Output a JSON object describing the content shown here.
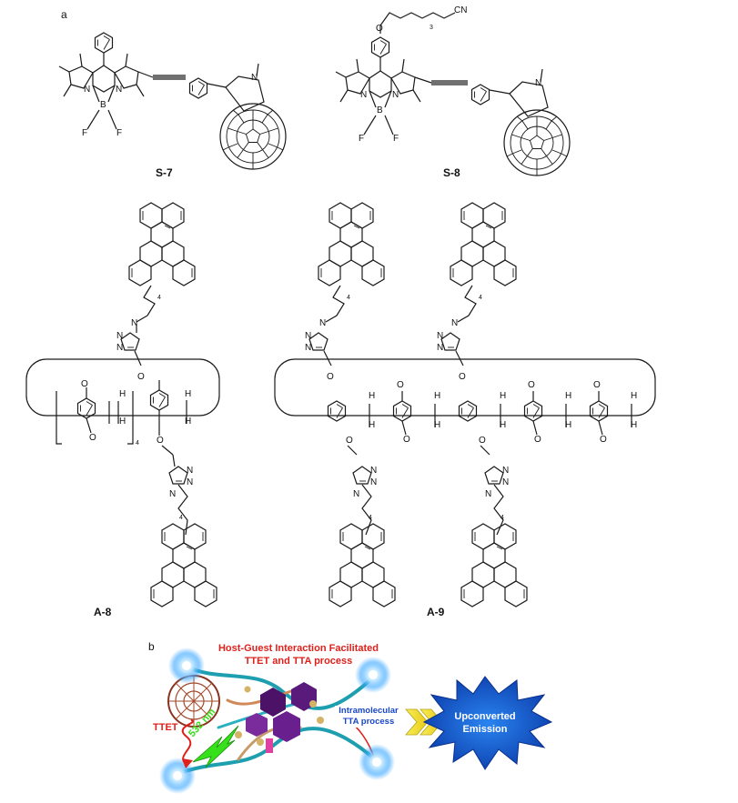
{
  "panel_a": {
    "letter": "a",
    "compounds": {
      "s7": {
        "label": "S-7"
      },
      "s8": {
        "label": "S-8",
        "chain_label": "CN",
        "chain_subscript": "3"
      },
      "a8": {
        "label": "A-8",
        "repeat_subscript": "4",
        "linker_subscript": "4"
      },
      "a9": {
        "label": "A-9",
        "linker_subscript": "4"
      }
    },
    "atoms": {
      "nitrogen": "N",
      "boron": "B",
      "fluorine": "F",
      "oxygen": "O",
      "hydrogen": "H"
    }
  },
  "panel_b": {
    "letter": "b",
    "title_line1": "Host-Guest Interaction Facilitated",
    "title_line2": "TTET and TTA process",
    "ttet_label": "TTET",
    "excitation_label": "532 nm",
    "intramolecular_line1": "Intramolecular",
    "intramolecular_line2": "TTA process",
    "output_line1": "Upconverted",
    "output_line2": "Emission",
    "colors": {
      "title": "#e0201b",
      "ttet": "#e0201b",
      "laser": "#36e01a",
      "intra": "#1846c8",
      "burst": "#1560d8",
      "arrow": "#f2e21a"
    }
  }
}
